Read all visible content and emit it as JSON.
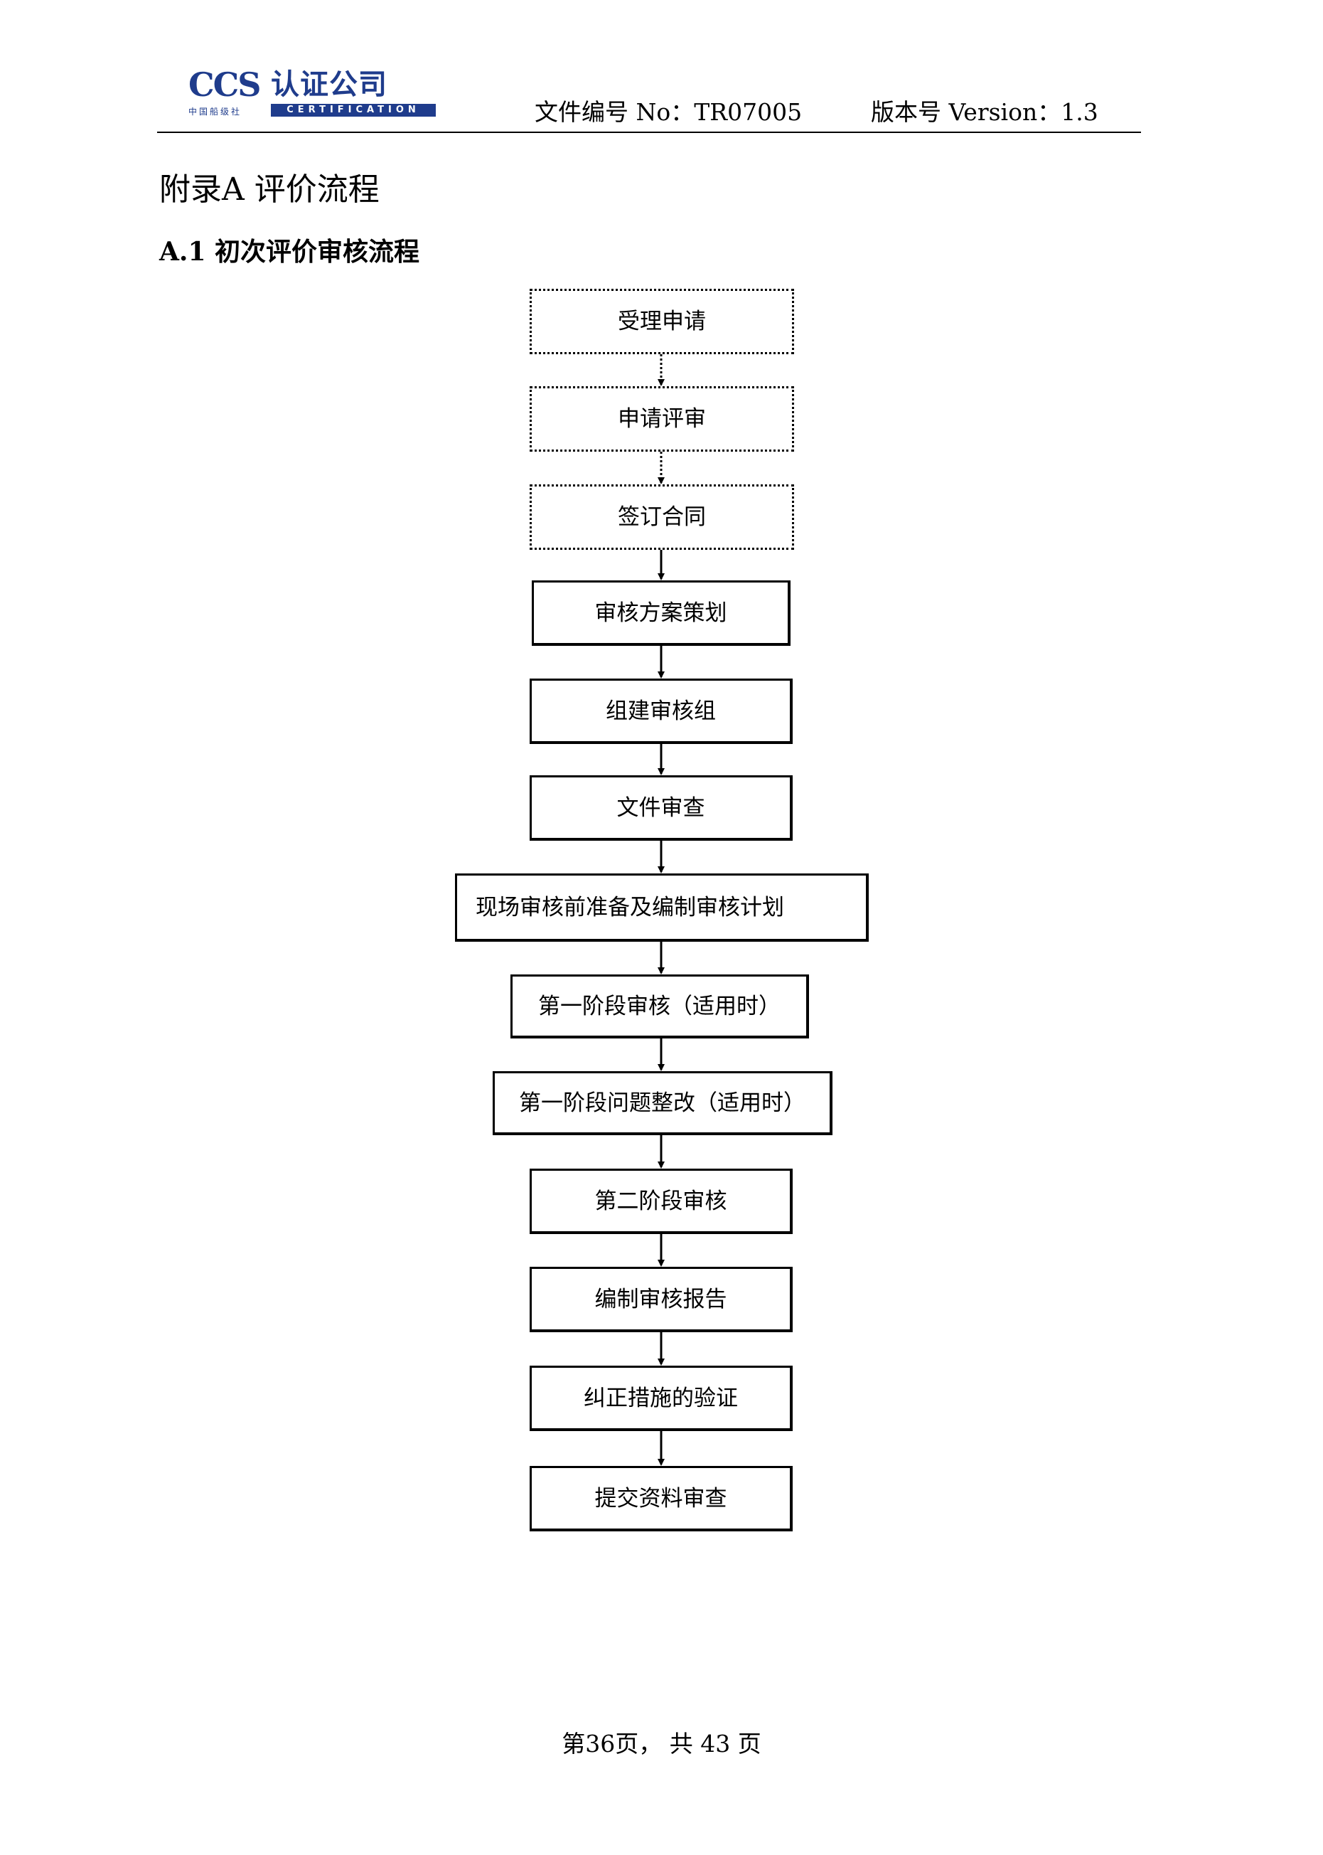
{
  "header": {
    "logo": {
      "brand": "CCS",
      "company_cn": "认证公司",
      "society_cn": "中国船级社",
      "certification": "CERTIFICATION"
    },
    "doc_number": "文件编号 No：TR07005",
    "version": "版本号 Version：1.3"
  },
  "appendix_title": "附录A  评价流程",
  "section_title": "A.1  初次评价审核流程",
  "flow_steps": [
    {
      "label": "受理申请",
      "style": "dotted"
    },
    {
      "label": "申请评审",
      "style": "dotted"
    },
    {
      "label": "签订合同",
      "style": "dotted"
    },
    {
      "label": "审核方案策划",
      "style": "solid"
    },
    {
      "label": "组建审核组",
      "style": "solid"
    },
    {
      "label": "文件审查",
      "style": "solid"
    },
    {
      "label": "现场审核前准备及编制审核计划",
      "style": "solid"
    },
    {
      "label": "第一阶段审核（适用时）",
      "style": "solid"
    },
    {
      "label": "第一阶段问题整改（适用时）",
      "style": "solid"
    },
    {
      "label": "第二阶段审核",
      "style": "solid"
    },
    {
      "label": "编制审核报告",
      "style": "solid"
    },
    {
      "label": "纠正措施的验证",
      "style": "solid"
    },
    {
      "label": "提交资料审查",
      "style": "solid"
    }
  ],
  "footer": {
    "page": "第36页，  共 43 页"
  }
}
